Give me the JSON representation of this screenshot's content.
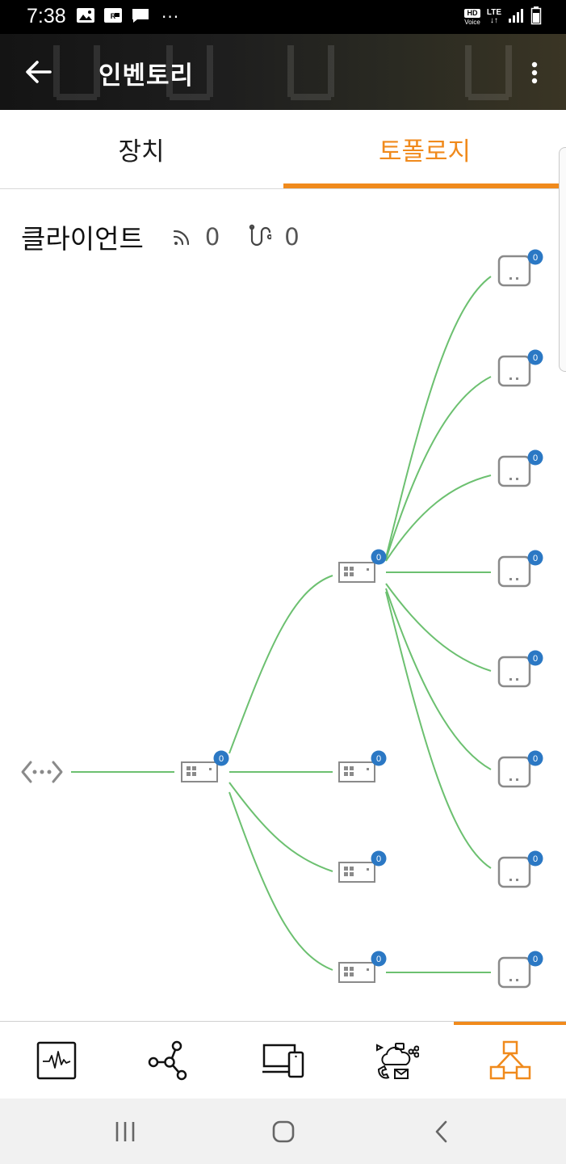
{
  "status_bar": {
    "time": "7:38",
    "more": "···",
    "hd_line1": "HD",
    "hd_line2": "Voice",
    "lte": "LTE"
  },
  "header": {
    "title": "인벤토리"
  },
  "tabs": [
    {
      "label": "장치"
    },
    {
      "label": "토폴로지"
    }
  ],
  "clients": {
    "title": "클라이언트",
    "wireless_count": "0",
    "wired_count": "0"
  },
  "topology": {
    "badge_count": "0",
    "colors": {
      "link": "#6cc070",
      "device": "#8a8a8a",
      "badge": "#2b78c4"
    }
  },
  "bottom_nav": [
    {
      "name": "monitor"
    },
    {
      "name": "network"
    },
    {
      "name": "devices"
    },
    {
      "name": "clients"
    },
    {
      "name": "topology",
      "active": true
    }
  ],
  "colors": {
    "accent": "#f08a1c",
    "header_bg": "#1e1e1e"
  }
}
